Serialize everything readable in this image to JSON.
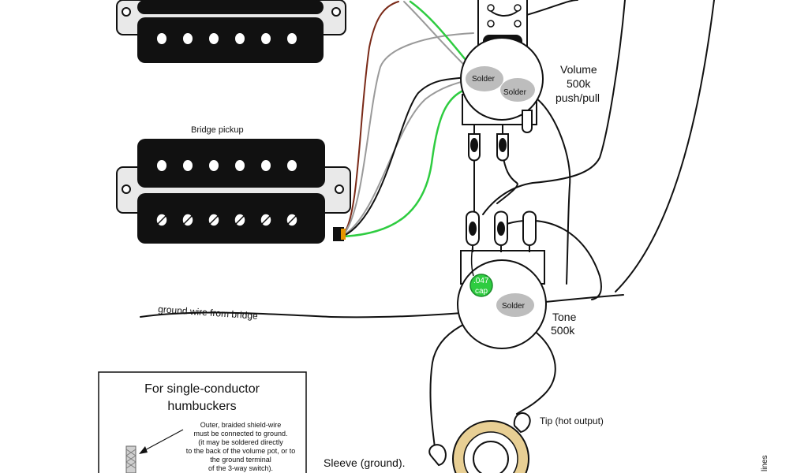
{
  "labels": {
    "bridge_pickup": "Bridge pickup",
    "volume_title": "Volume",
    "volume_value": "500k",
    "volume_type": "push/pull",
    "solder": "Solder",
    "cap_value": ".047",
    "cap_unit": "cap",
    "tone_title": "Tone",
    "tone_value": "500k",
    "ground_wire": "ground wire from bridge",
    "tip": "Tip (hot output)",
    "sleeve": "Sleeve (ground).",
    "credit": "lines"
  },
  "note": {
    "title_line1": "For single-conductor",
    "title_line2": "humbuckers",
    "body_lines": [
      "Outer, braided shield-wire",
      "must be connected to ground.",
      "(it may be soldered directly",
      "to the back of the volume pot, or to",
      "the ground terminal",
      "of the 3-way switch)."
    ]
  },
  "colors": {
    "wire_black": "#111111",
    "wire_green": "#2ecc40",
    "wire_red": "#7a2a18",
    "wire_white": "#9a9a9a",
    "pot_fill": "#ffffff",
    "solder_blob": "#bdbdbd",
    "cap": "#2ecc40",
    "jack_ring": "#e8cf94",
    "pickup_body": "#111111",
    "pickup_plate": "#e9e9e9"
  }
}
